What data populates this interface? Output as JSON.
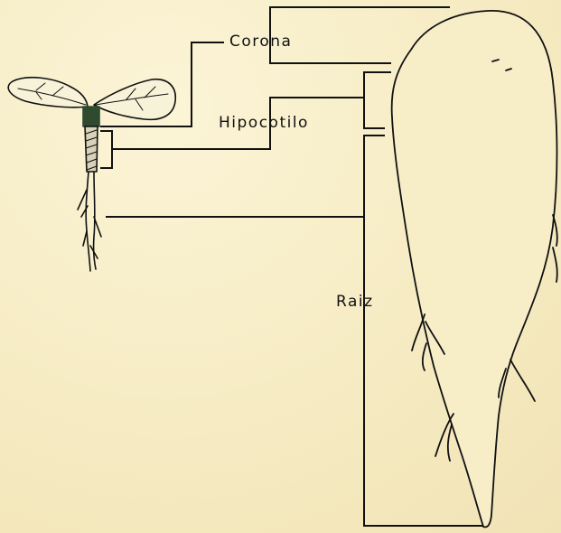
{
  "labels": {
    "corona": "Corona",
    "hipocotilo": "Hipocotilo",
    "raiz": "Raiz"
  },
  "colors": {
    "background": "#f7eec9",
    "ink": "#111111",
    "seedling_stem": "#2f4a2e"
  }
}
